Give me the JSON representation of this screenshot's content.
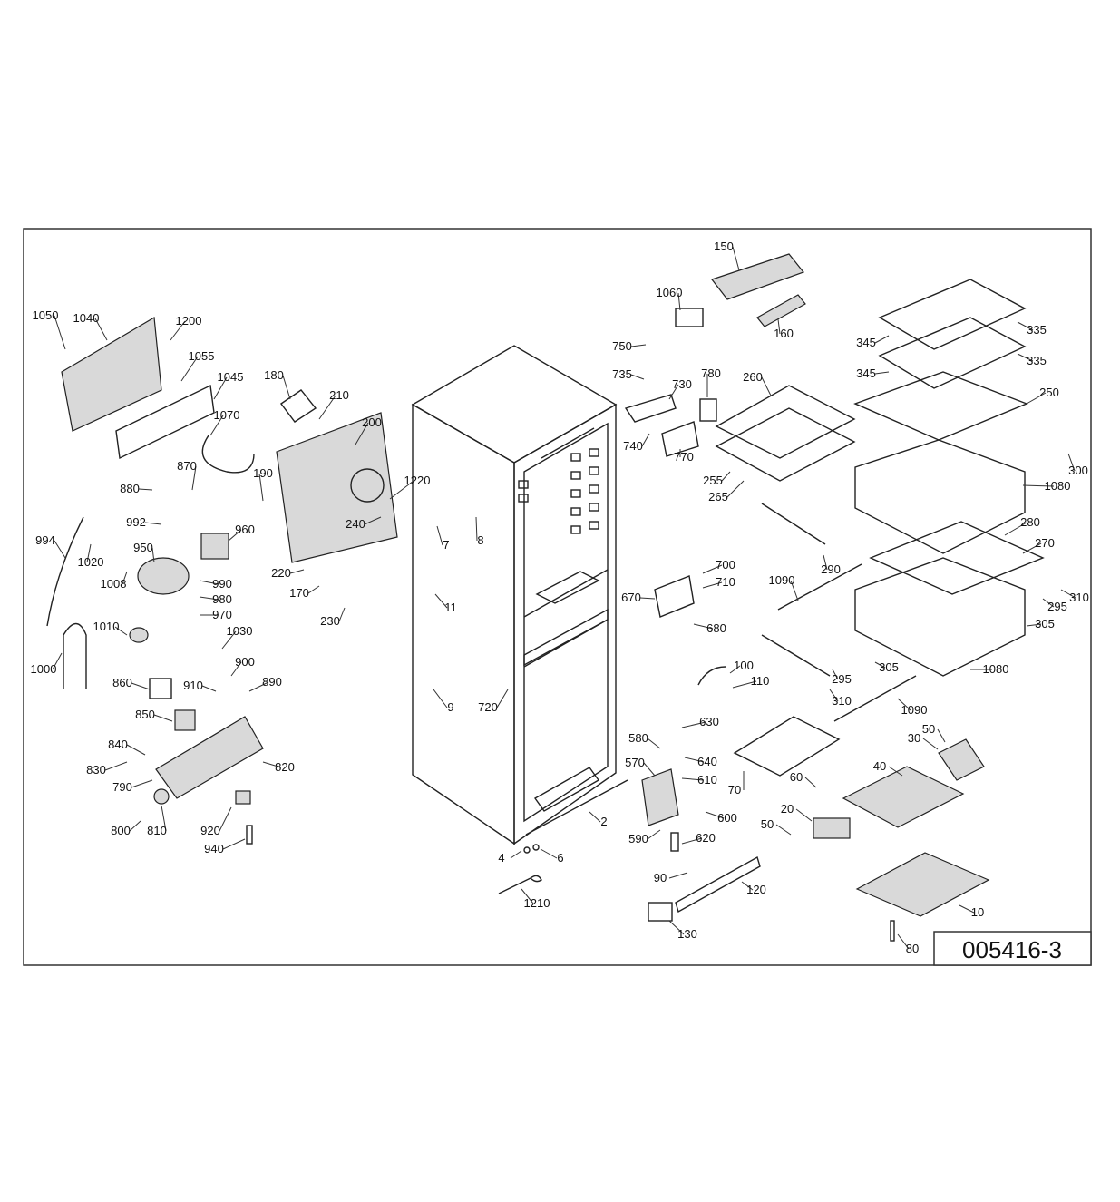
{
  "drawing_code": "005416-3",
  "labels": [
    {
      "id": "l1050",
      "text": "1050"
    },
    {
      "id": "l1040",
      "text": "1040"
    },
    {
      "id": "l1200",
      "text": "1200"
    },
    {
      "id": "l1055",
      "text": "1055"
    },
    {
      "id": "l1045",
      "text": "1045"
    },
    {
      "id": "l1070",
      "text": "1070"
    },
    {
      "id": "l180",
      "text": "180"
    },
    {
      "id": "l210",
      "text": "210"
    },
    {
      "id": "l200",
      "text": "200"
    },
    {
      "id": "l190",
      "text": "190"
    },
    {
      "id": "l1220",
      "text": "1220"
    },
    {
      "id": "l240",
      "text": "240"
    },
    {
      "id": "l220",
      "text": "220"
    },
    {
      "id": "l170",
      "text": "170"
    },
    {
      "id": "l230",
      "text": "230"
    },
    {
      "id": "l880",
      "text": "880"
    },
    {
      "id": "l870",
      "text": "870"
    },
    {
      "id": "l992",
      "text": "992"
    },
    {
      "id": "l960",
      "text": "960"
    },
    {
      "id": "l994",
      "text": "994"
    },
    {
      "id": "l950",
      "text": "950"
    },
    {
      "id": "l1020",
      "text": "1020"
    },
    {
      "id": "l1008",
      "text": "1008"
    },
    {
      "id": "l990",
      "text": "990"
    },
    {
      "id": "l980",
      "text": "980"
    },
    {
      "id": "l970",
      "text": "970"
    },
    {
      "id": "l1010",
      "text": "1010"
    },
    {
      "id": "l1030",
      "text": "1030"
    },
    {
      "id": "l1000",
      "text": "1000"
    },
    {
      "id": "l900",
      "text": "900"
    },
    {
      "id": "l860",
      "text": "860"
    },
    {
      "id": "l910",
      "text": "910"
    },
    {
      "id": "l890",
      "text": "890"
    },
    {
      "id": "l850",
      "text": "850"
    },
    {
      "id": "l840",
      "text": "840"
    },
    {
      "id": "l830",
      "text": "830"
    },
    {
      "id": "l820",
      "text": "820"
    },
    {
      "id": "l790",
      "text": "790"
    },
    {
      "id": "l800",
      "text": "800"
    },
    {
      "id": "l810",
      "text": "810"
    },
    {
      "id": "l920",
      "text": "920"
    },
    {
      "id": "l940",
      "text": "940"
    },
    {
      "id": "l7",
      "text": "7"
    },
    {
      "id": "l8",
      "text": "8"
    },
    {
      "id": "l11",
      "text": "11"
    },
    {
      "id": "l9",
      "text": "9"
    },
    {
      "id": "l720",
      "text": "720"
    },
    {
      "id": "l2",
      "text": "2"
    },
    {
      "id": "l4",
      "text": "4"
    },
    {
      "id": "l6",
      "text": "6"
    },
    {
      "id": "l1210",
      "text": "1210"
    },
    {
      "id": "l150",
      "text": "150"
    },
    {
      "id": "l1060",
      "text": "1060"
    },
    {
      "id": "l160",
      "text": "160"
    },
    {
      "id": "l750",
      "text": "750"
    },
    {
      "id": "l735",
      "text": "735"
    },
    {
      "id": "l730",
      "text": "730"
    },
    {
      "id": "l780",
      "text": "780"
    },
    {
      "id": "l740",
      "text": "740"
    },
    {
      "id": "l770",
      "text": "770"
    },
    {
      "id": "l700",
      "text": "700"
    },
    {
      "id": "l710",
      "text": "710"
    },
    {
      "id": "l670",
      "text": "670"
    },
    {
      "id": "l680",
      "text": "680"
    },
    {
      "id": "l100",
      "text": "100"
    },
    {
      "id": "l110",
      "text": "110"
    },
    {
      "id": "l630",
      "text": "630"
    },
    {
      "id": "l580",
      "text": "580"
    },
    {
      "id": "l640",
      "text": "640"
    },
    {
      "id": "l570",
      "text": "570"
    },
    {
      "id": "l610",
      "text": "610"
    },
    {
      "id": "l600",
      "text": "600"
    },
    {
      "id": "l590",
      "text": "590"
    },
    {
      "id": "l620",
      "text": "620"
    },
    {
      "id": "l90",
      "text": "90"
    },
    {
      "id": "l120",
      "text": "120"
    },
    {
      "id": "l130",
      "text": "130"
    },
    {
      "id": "l335a",
      "text": "335"
    },
    {
      "id": "l345a",
      "text": "345"
    },
    {
      "id": "l335b",
      "text": "335"
    },
    {
      "id": "l345b",
      "text": "345"
    },
    {
      "id": "l260",
      "text": "260"
    },
    {
      "id": "l250",
      "text": "250"
    },
    {
      "id": "l300",
      "text": "300"
    },
    {
      "id": "l255",
      "text": "255"
    },
    {
      "id": "l265",
      "text": "265"
    },
    {
      "id": "l1080a",
      "text": "1080"
    },
    {
      "id": "l290",
      "text": "290"
    },
    {
      "id": "l280",
      "text": "280"
    },
    {
      "id": "l270",
      "text": "270"
    },
    {
      "id": "l1090a",
      "text": "1090"
    },
    {
      "id": "l310a",
      "text": "310"
    },
    {
      "id": "l295a",
      "text": "295"
    },
    {
      "id": "l305a",
      "text": "305"
    },
    {
      "id": "l1080b",
      "text": "1080"
    },
    {
      "id": "l295b",
      "text": "295"
    },
    {
      "id": "l305b",
      "text": "305"
    },
    {
      "id": "l310b",
      "text": "310"
    },
    {
      "id": "l1090b",
      "text": "1090"
    },
    {
      "id": "l70",
      "text": "70"
    },
    {
      "id": "l50a",
      "text": "50"
    },
    {
      "id": "l30",
      "text": "30"
    },
    {
      "id": "l40",
      "text": "40"
    },
    {
      "id": "l60",
      "text": "60"
    },
    {
      "id": "l20",
      "text": "20"
    },
    {
      "id": "l50b",
      "text": "50"
    },
    {
      "id": "l10",
      "text": "10"
    },
    {
      "id": "l80",
      "text": "80"
    }
  ]
}
